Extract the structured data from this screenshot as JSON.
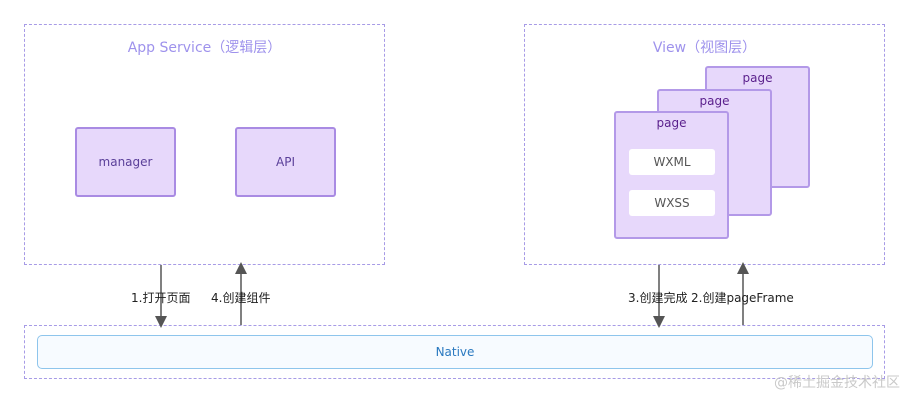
{
  "app_service": {
    "title": "App Service（逻辑层）",
    "manager": "manager",
    "api": "API"
  },
  "view": {
    "title": "View（视图层）",
    "pages": [
      "page",
      "page",
      "page"
    ],
    "wxml": "WXML",
    "wxss": "WXSS"
  },
  "native": {
    "label": "Native"
  },
  "arrows": {
    "open_page": "1.打开页面",
    "create_component": "4.创建组件",
    "create_done": "3.创建完成",
    "create_pageframe": "2.创建pageFrame"
  },
  "watermark": "@稀土掘金技术社区",
  "colors": {
    "panel_border": "#a79be6",
    "box_fill": "#e7d8fb",
    "box_border": "#a98be3",
    "native_border": "#8ec5ec"
  }
}
